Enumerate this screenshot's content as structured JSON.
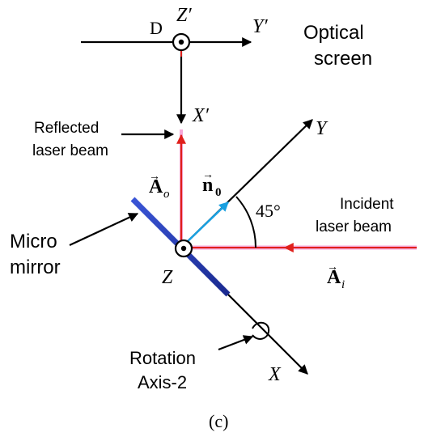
{
  "colors": {
    "axis": "#000000",
    "beam": "#e0201c",
    "beam_glow": "#f5a8d8",
    "mirror": "#3a55d6",
    "mirror_dark": "#1a2a90",
    "normal": "#1aa0e0"
  },
  "labels": {
    "point_d": "D",
    "z_prime": "Z′",
    "y_prime": "Y′",
    "x_prime": "X′",
    "optical_screen_line1": "Optical",
    "optical_screen_line2": "screen",
    "reflected_line1": "Reflected",
    "reflected_line2": "laser beam",
    "ao_main": "A",
    "ao_sub": "o",
    "n0_main": "n",
    "n0_sub": "0",
    "y_axis": "Y",
    "angle": "45°",
    "incident_line1": "Incident",
    "incident_line2": "laser beam",
    "micro_line1": "Micro",
    "micro_line2": "mirror",
    "z_axis": "Z",
    "ai_main": "A",
    "ai_sub": "i",
    "rotation_line1": "Rotation",
    "rotation_line2": "Axis-2",
    "x_axis": "X",
    "caption": "(c)"
  }
}
